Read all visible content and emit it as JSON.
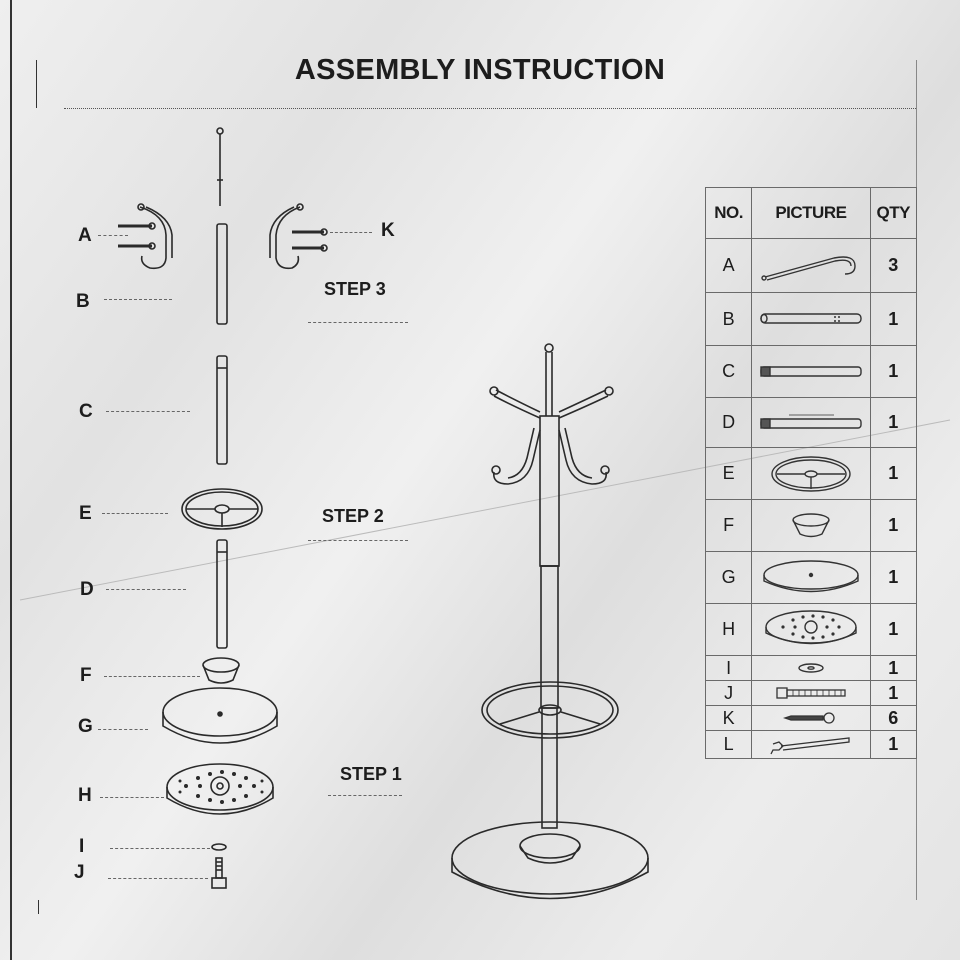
{
  "title": "ASSEMBLY INSTRUCTION",
  "steps": [
    "STEP 3",
    "STEP 2",
    "STEP 1"
  ],
  "labels": {
    "A": "A",
    "B": "B",
    "C": "C",
    "D": "D",
    "E": "E",
    "F": "F",
    "G": "G",
    "H": "H",
    "I": "I",
    "J": "J",
    "K": "K"
  },
  "table": {
    "headers": [
      "NO.",
      "PICTURE",
      "QTY"
    ],
    "rows": [
      {
        "no": "A",
        "qty": "3",
        "icon": "hook-icon"
      },
      {
        "no": "B",
        "qty": "1",
        "icon": "top-pole-icon"
      },
      {
        "no": "C",
        "qty": "1",
        "icon": "middle-pole-icon"
      },
      {
        "no": "D",
        "qty": "1",
        "icon": "lower-pole-icon"
      },
      {
        "no": "E",
        "qty": "1",
        "icon": "umbrella-ring-icon"
      },
      {
        "no": "F",
        "qty": "1",
        "icon": "drip-cup-icon"
      },
      {
        "no": "G",
        "qty": "1",
        "icon": "base-plate-icon"
      },
      {
        "no": "H",
        "qty": "1",
        "icon": "weight-plate-icon"
      },
      {
        "no": "I",
        "qty": "1",
        "icon": "washer-icon"
      },
      {
        "no": "J",
        "qty": "1",
        "icon": "bolt-icon"
      },
      {
        "no": "K",
        "qty": "6",
        "icon": "screw-icon"
      },
      {
        "no": "L",
        "qty": "1",
        "icon": "wrench-icon"
      }
    ]
  }
}
